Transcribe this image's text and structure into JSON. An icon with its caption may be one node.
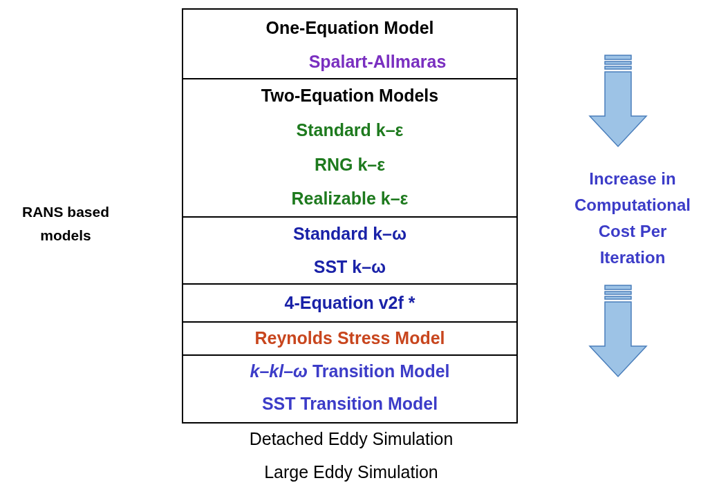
{
  "diagram": {
    "nodes": [
      {
        "text": [
          "One-Equation Model",
          "Spalart-Allmaras"
        ]
      },
      {
        "text": [
          "Two-Equation Models",
          "Standard k–ε",
          "RNG k–ε",
          "Realizable k–ε"
        ]
      },
      {
        "text": [
          "Standard k–ω",
          "SST k–ω"
        ]
      },
      {
        "text": [
          "4-Equation v2f *"
        ]
      },
      {
        "text": [
          "Reynolds Stress Model"
        ]
      },
      {
        "text": [
          "*k*–*kl*–*ω* Transition Model",
          "SST Transition Model"
        ]
      }
    ],
    "edges": [],
    "labels": [
      "RANS based models",
      "Increase in Computational Cost Per Iteration",
      "Detached Eddy Simulation",
      "Large Eddy Simulation"
    ]
  }
}
